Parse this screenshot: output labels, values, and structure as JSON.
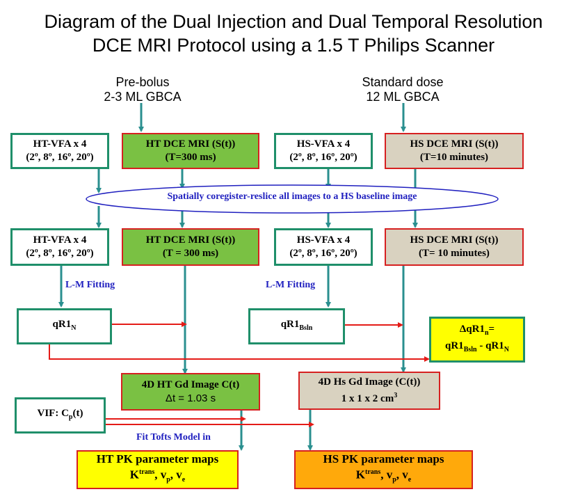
{
  "title": {
    "line1": "Diagram of the Dual Injection and Dual Temporal Resolution",
    "line2": "DCE MRI Protocol using a 1.5 T Philips Scanner"
  },
  "injections": {
    "prebolus": {
      "line1": "Pre-bolus",
      "line2": "2-3 ML GBCA"
    },
    "standard": {
      "line1": "Standard dose",
      "line2": "12 ML GBCA"
    }
  },
  "row1": {
    "ht_vfa": {
      "line1": "HT-VFA x 4",
      "line2": "(2º, 8º, 16º, 20º)"
    },
    "ht_dce": {
      "line1": "HT DCE MRI (S(t))",
      "line2": "(T=300 ms)"
    },
    "hs_vfa": {
      "line1": "HS-VFA x 4",
      "line2": "(2º, 8º, 16º, 20º)"
    },
    "hs_dce": {
      "line1": "HS DCE MRI (S(t))",
      "line2": "(T=10 minutes)"
    }
  },
  "coregister": "Spatially coregister-reslice all images to a HS baseline image",
  "row2": {
    "ht_vfa": {
      "line1": "HT-VFA x 4",
      "line2": "(2º, 8º, 16º, 20º)"
    },
    "ht_dce": {
      "line1": "HT DCE MRI (S(t))",
      "line2": "(T = 300 ms)"
    },
    "hs_vfa": {
      "line1": "HS-VFA x 4",
      "line2": "(2º, 8º, 16º, 20º)"
    },
    "hs_dce": {
      "line1": "HS DCE MRI (S(t))",
      "line2": "(T= 10 minutes)"
    }
  },
  "fitting": {
    "left": "L-M Fitting",
    "right": "L-M Fitting"
  },
  "qr1n": {
    "base": "qR1",
    "sub": "N"
  },
  "qr1bsln": {
    "base": "qR1",
    "sub": "Bsln"
  },
  "delta": {
    "l1_base": "ΔqR1",
    "l1_sub": "n",
    "l1_end": "=",
    "l2_a": "qR1",
    "l2_a_sub": "Bsln",
    "l2_mid": " - qR1",
    "l2_b_sub": "N"
  },
  "ht_image": {
    "line1": "4D HT Gd Image  C(t)",
    "line2": "Δt = 1.03 s"
  },
  "hs_image": {
    "line1": "4D Hs Gd Image (C(t))",
    "line2_base": "1 x 1 x 2 cm",
    "line2_sup": "3"
  },
  "vif": {
    "base": "VIF: C",
    "sub": "p",
    "end": "(t)"
  },
  "tofts": "Fit Tofts Model in",
  "ht_pk": {
    "line1": "HT PK parameter maps",
    "k": "K",
    "k_sup": "trans",
    "sep1": ", v",
    "vp_sub": "p",
    "sep2": ", v",
    "ve_sub": "e"
  },
  "hs_pk": {
    "line1": "HS PK parameter maps",
    "k": "K",
    "k_sup": "trans",
    "sep1": ", v",
    "vp_sub": "p",
    "sep2": ", v",
    "ve_sub": "e"
  },
  "colors": {
    "teal": "#2a8f8f",
    "red": "#e41b17",
    "green": "#7ac143",
    "beige": "#d9d2c0",
    "yellow": "#ffff00",
    "orange": "#ffa90b",
    "blue_text": "#1f1fbf"
  }
}
